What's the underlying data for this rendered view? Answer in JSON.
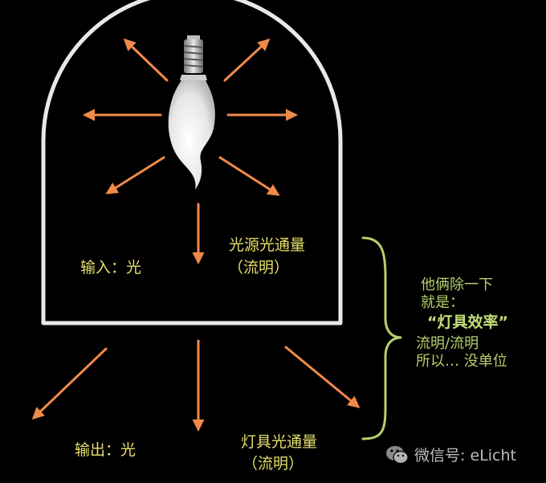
{
  "labels": {
    "input": "输入：光",
    "source_flux": "光源光通量",
    "source_unit": "（流明）",
    "output": "输出：光",
    "fixture_flux": "灯具光通量",
    "fixture_unit": "（流明）"
  },
  "note": {
    "line1": "他俩除一下",
    "line2": "就是：",
    "line3": "“灯具效率”",
    "line4": "流明/流明",
    "line5": "所以… 没单位"
  },
  "watermark": {
    "text": "微信号: eLicht"
  },
  "colors": {
    "arrow": "#f08a4a",
    "enclosure": "#e8e8e8",
    "label": "#e6df6a",
    "note": "#b6cf6c",
    "brace": "#b6cf6c"
  },
  "icons": {
    "bulb": "candle-bulb-icon",
    "watermark": "wechat-icon"
  }
}
